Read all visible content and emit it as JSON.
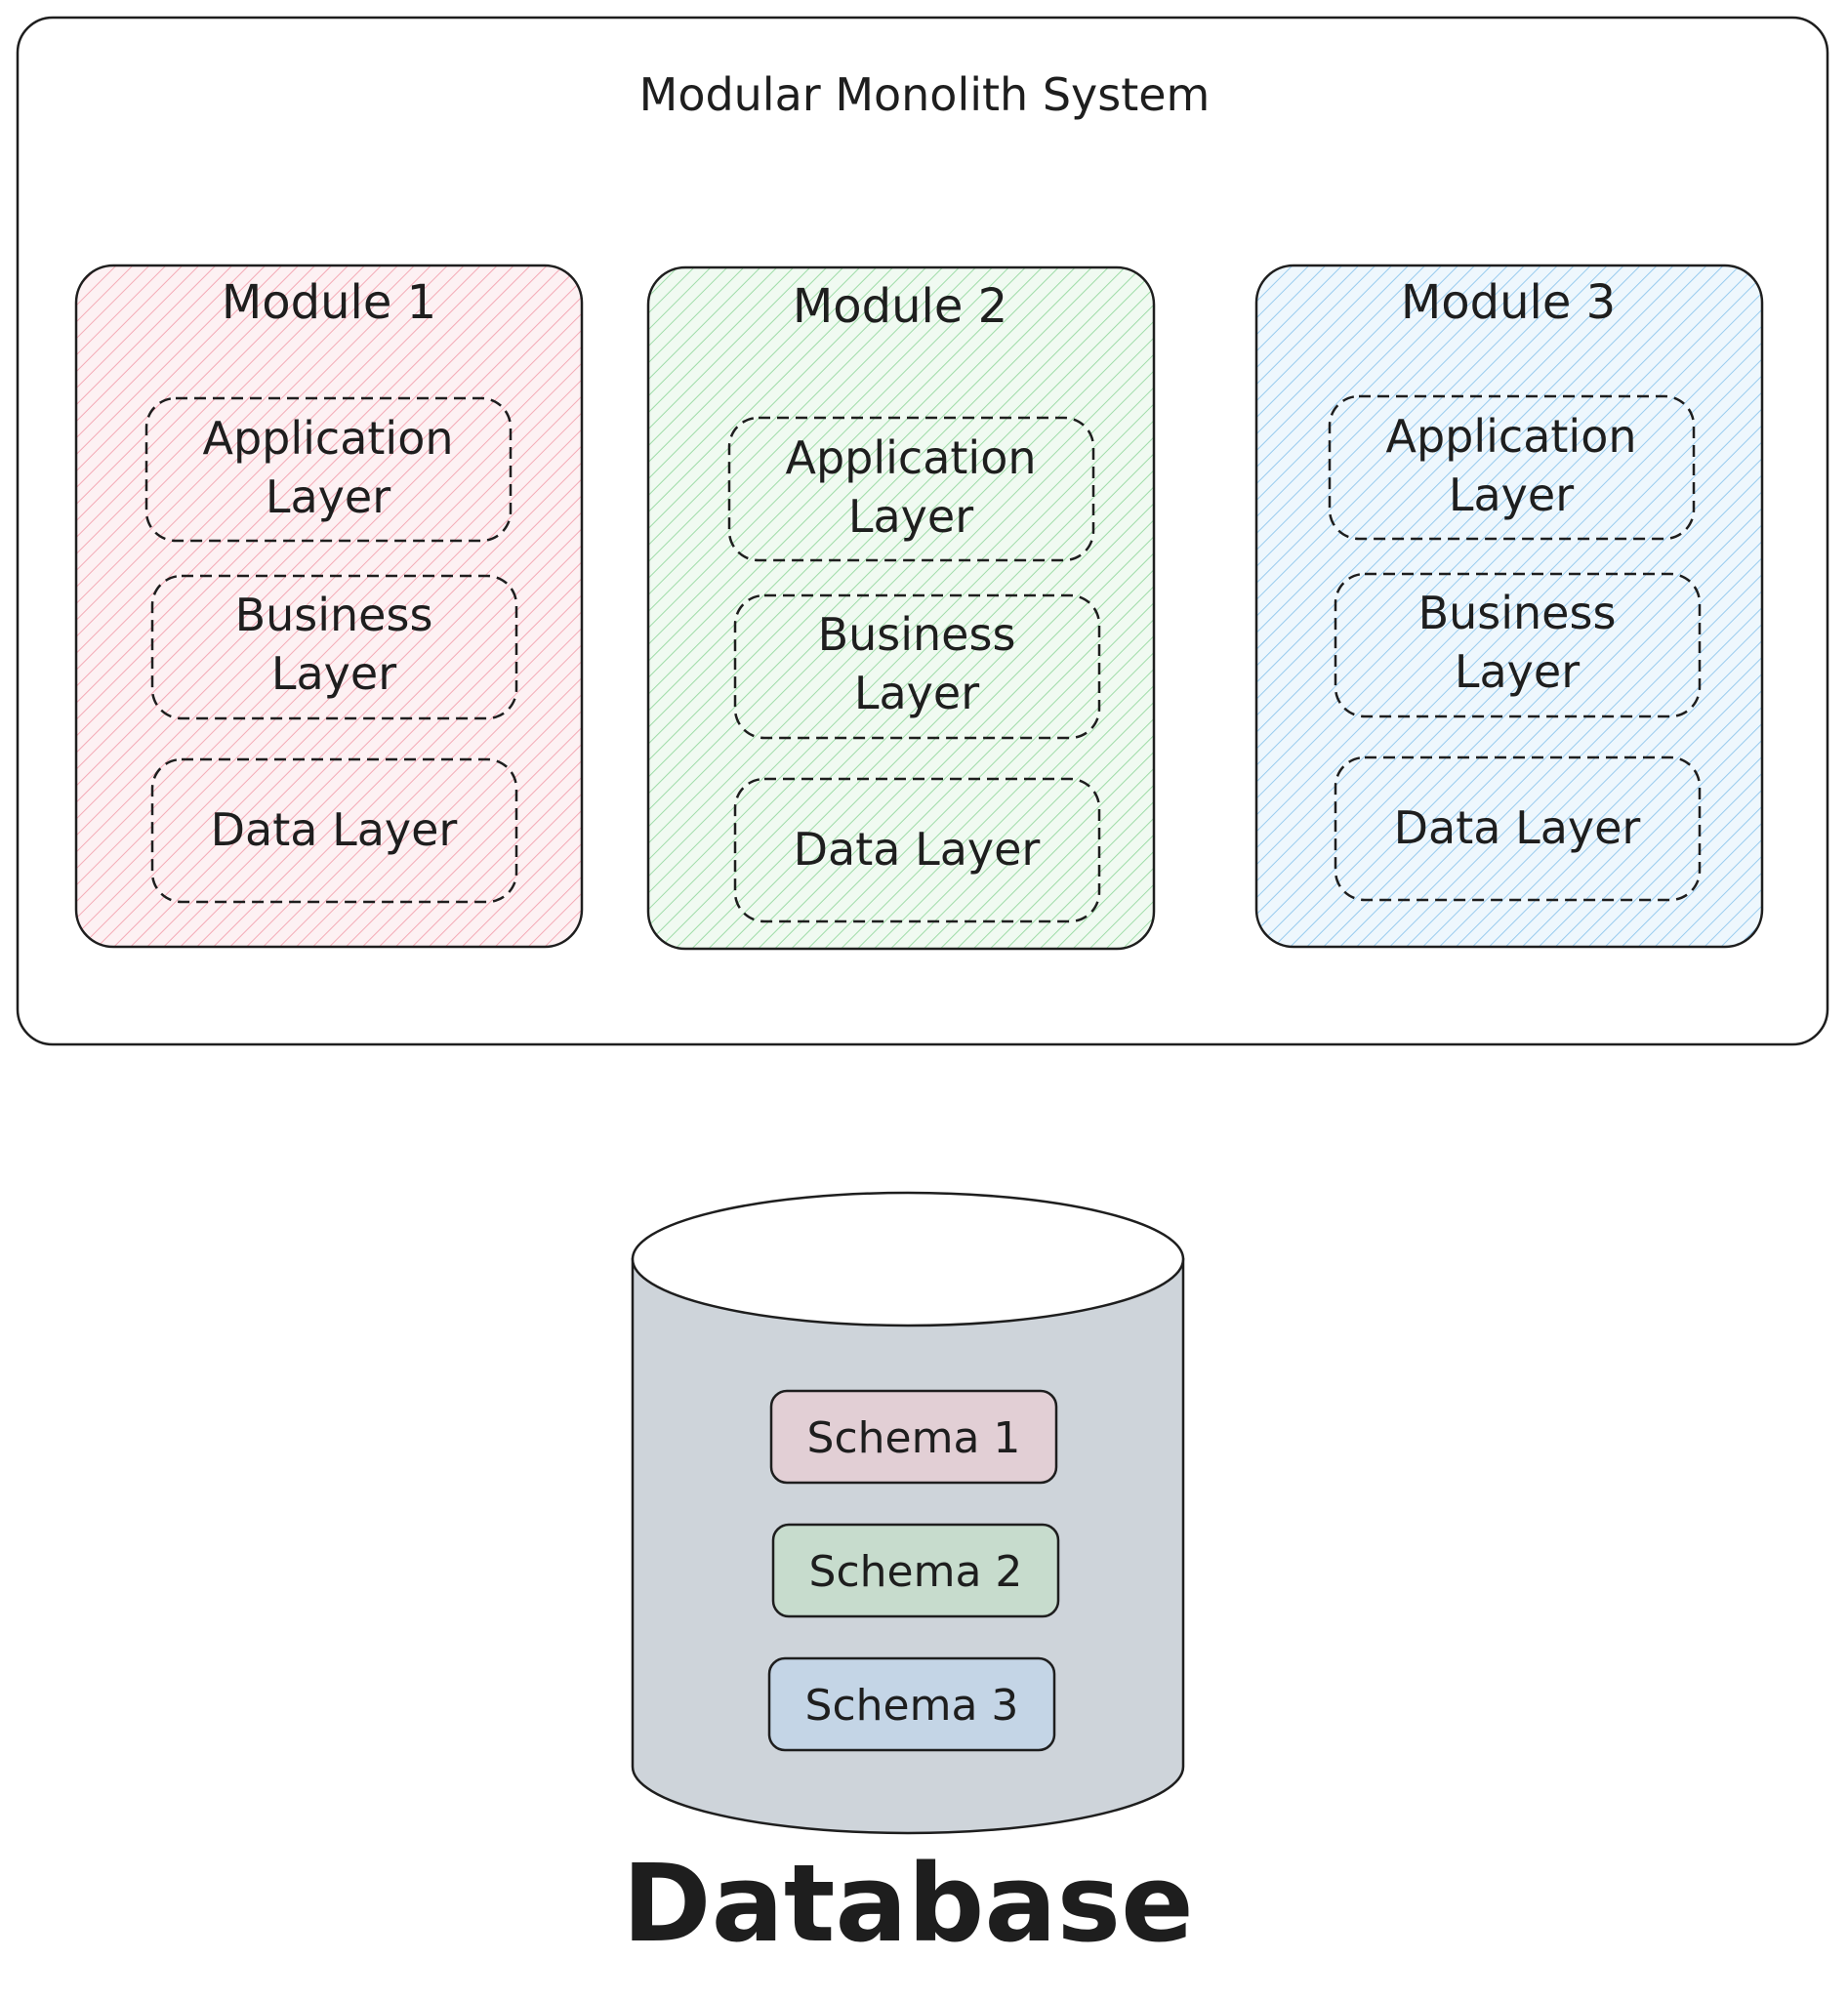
{
  "system": {
    "title": "Modular Monolith System"
  },
  "modules": [
    {
      "title": "Module 1",
      "color": "#f9c8cf",
      "layers": [
        {
          "lines": [
            "Application",
            "Layer"
          ]
        },
        {
          "lines": [
            "Business",
            "Layer"
          ]
        },
        {
          "lines": [
            "Data Layer"
          ]
        }
      ]
    },
    {
      "title": "Module 2",
      "color": "#bfe8c4",
      "layers": [
        {
          "lines": [
            "Application",
            "Layer"
          ]
        },
        {
          "lines": [
            "Business",
            "Layer"
          ]
        },
        {
          "lines": [
            "Data Layer"
          ]
        }
      ]
    },
    {
      "title": "Module 3",
      "color": "#b8dcf4",
      "layers": [
        {
          "lines": [
            "Application",
            "Layer"
          ]
        },
        {
          "lines": [
            "Business",
            "Layer"
          ]
        },
        {
          "lines": [
            "Data Layer"
          ]
        }
      ]
    }
  ],
  "database": {
    "label": "Database",
    "body_color": "#ced4da",
    "schemas": [
      {
        "label": "Schema 1",
        "color": "#e2cfd5"
      },
      {
        "label": "Schema 2",
        "color": "#c7dccd"
      },
      {
        "label": "Schema 3",
        "color": "#c4d5e6"
      }
    ]
  }
}
